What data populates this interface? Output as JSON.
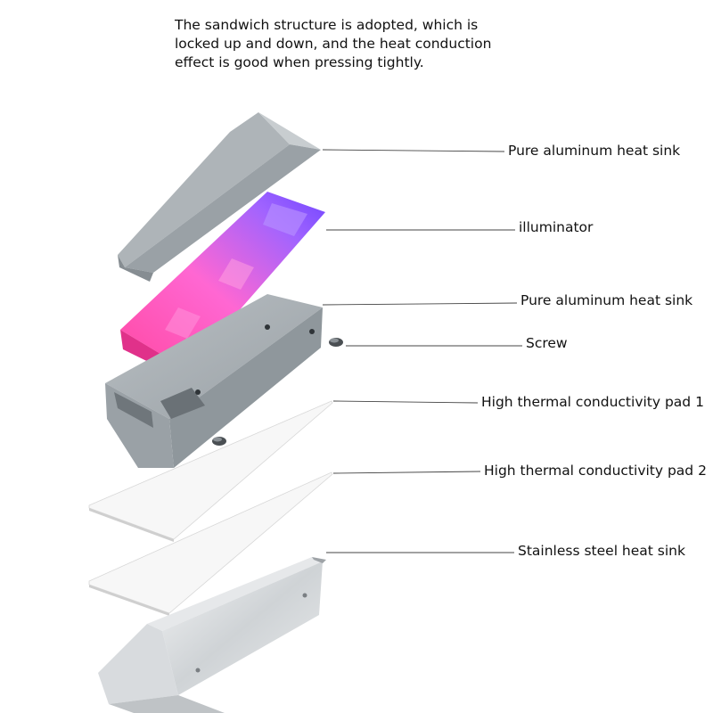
{
  "headline": {
    "lines": [
      "The sandwich structure is adopted, which is",
      "locked up and down, and the heat conduction",
      "effect is good when pressing tightly."
    ]
  },
  "callouts": [
    "Pure aluminum heat sink",
    "illuminator",
    "Pure aluminum heat sink",
    "Screw",
    "High thermal conductivity pad 1",
    "High thermal conductivity pad 2",
    "Stainless steel heat sink"
  ],
  "colors": {
    "aluminum": "#a6adb2",
    "aluminum_dark": "#7f878d",
    "illuminator_pink": "#ff4fb6",
    "illuminator_purple": "#7a3cff",
    "pad": "#f6f6f6",
    "steel": "#d4d7da",
    "leader_line": "#444444"
  }
}
